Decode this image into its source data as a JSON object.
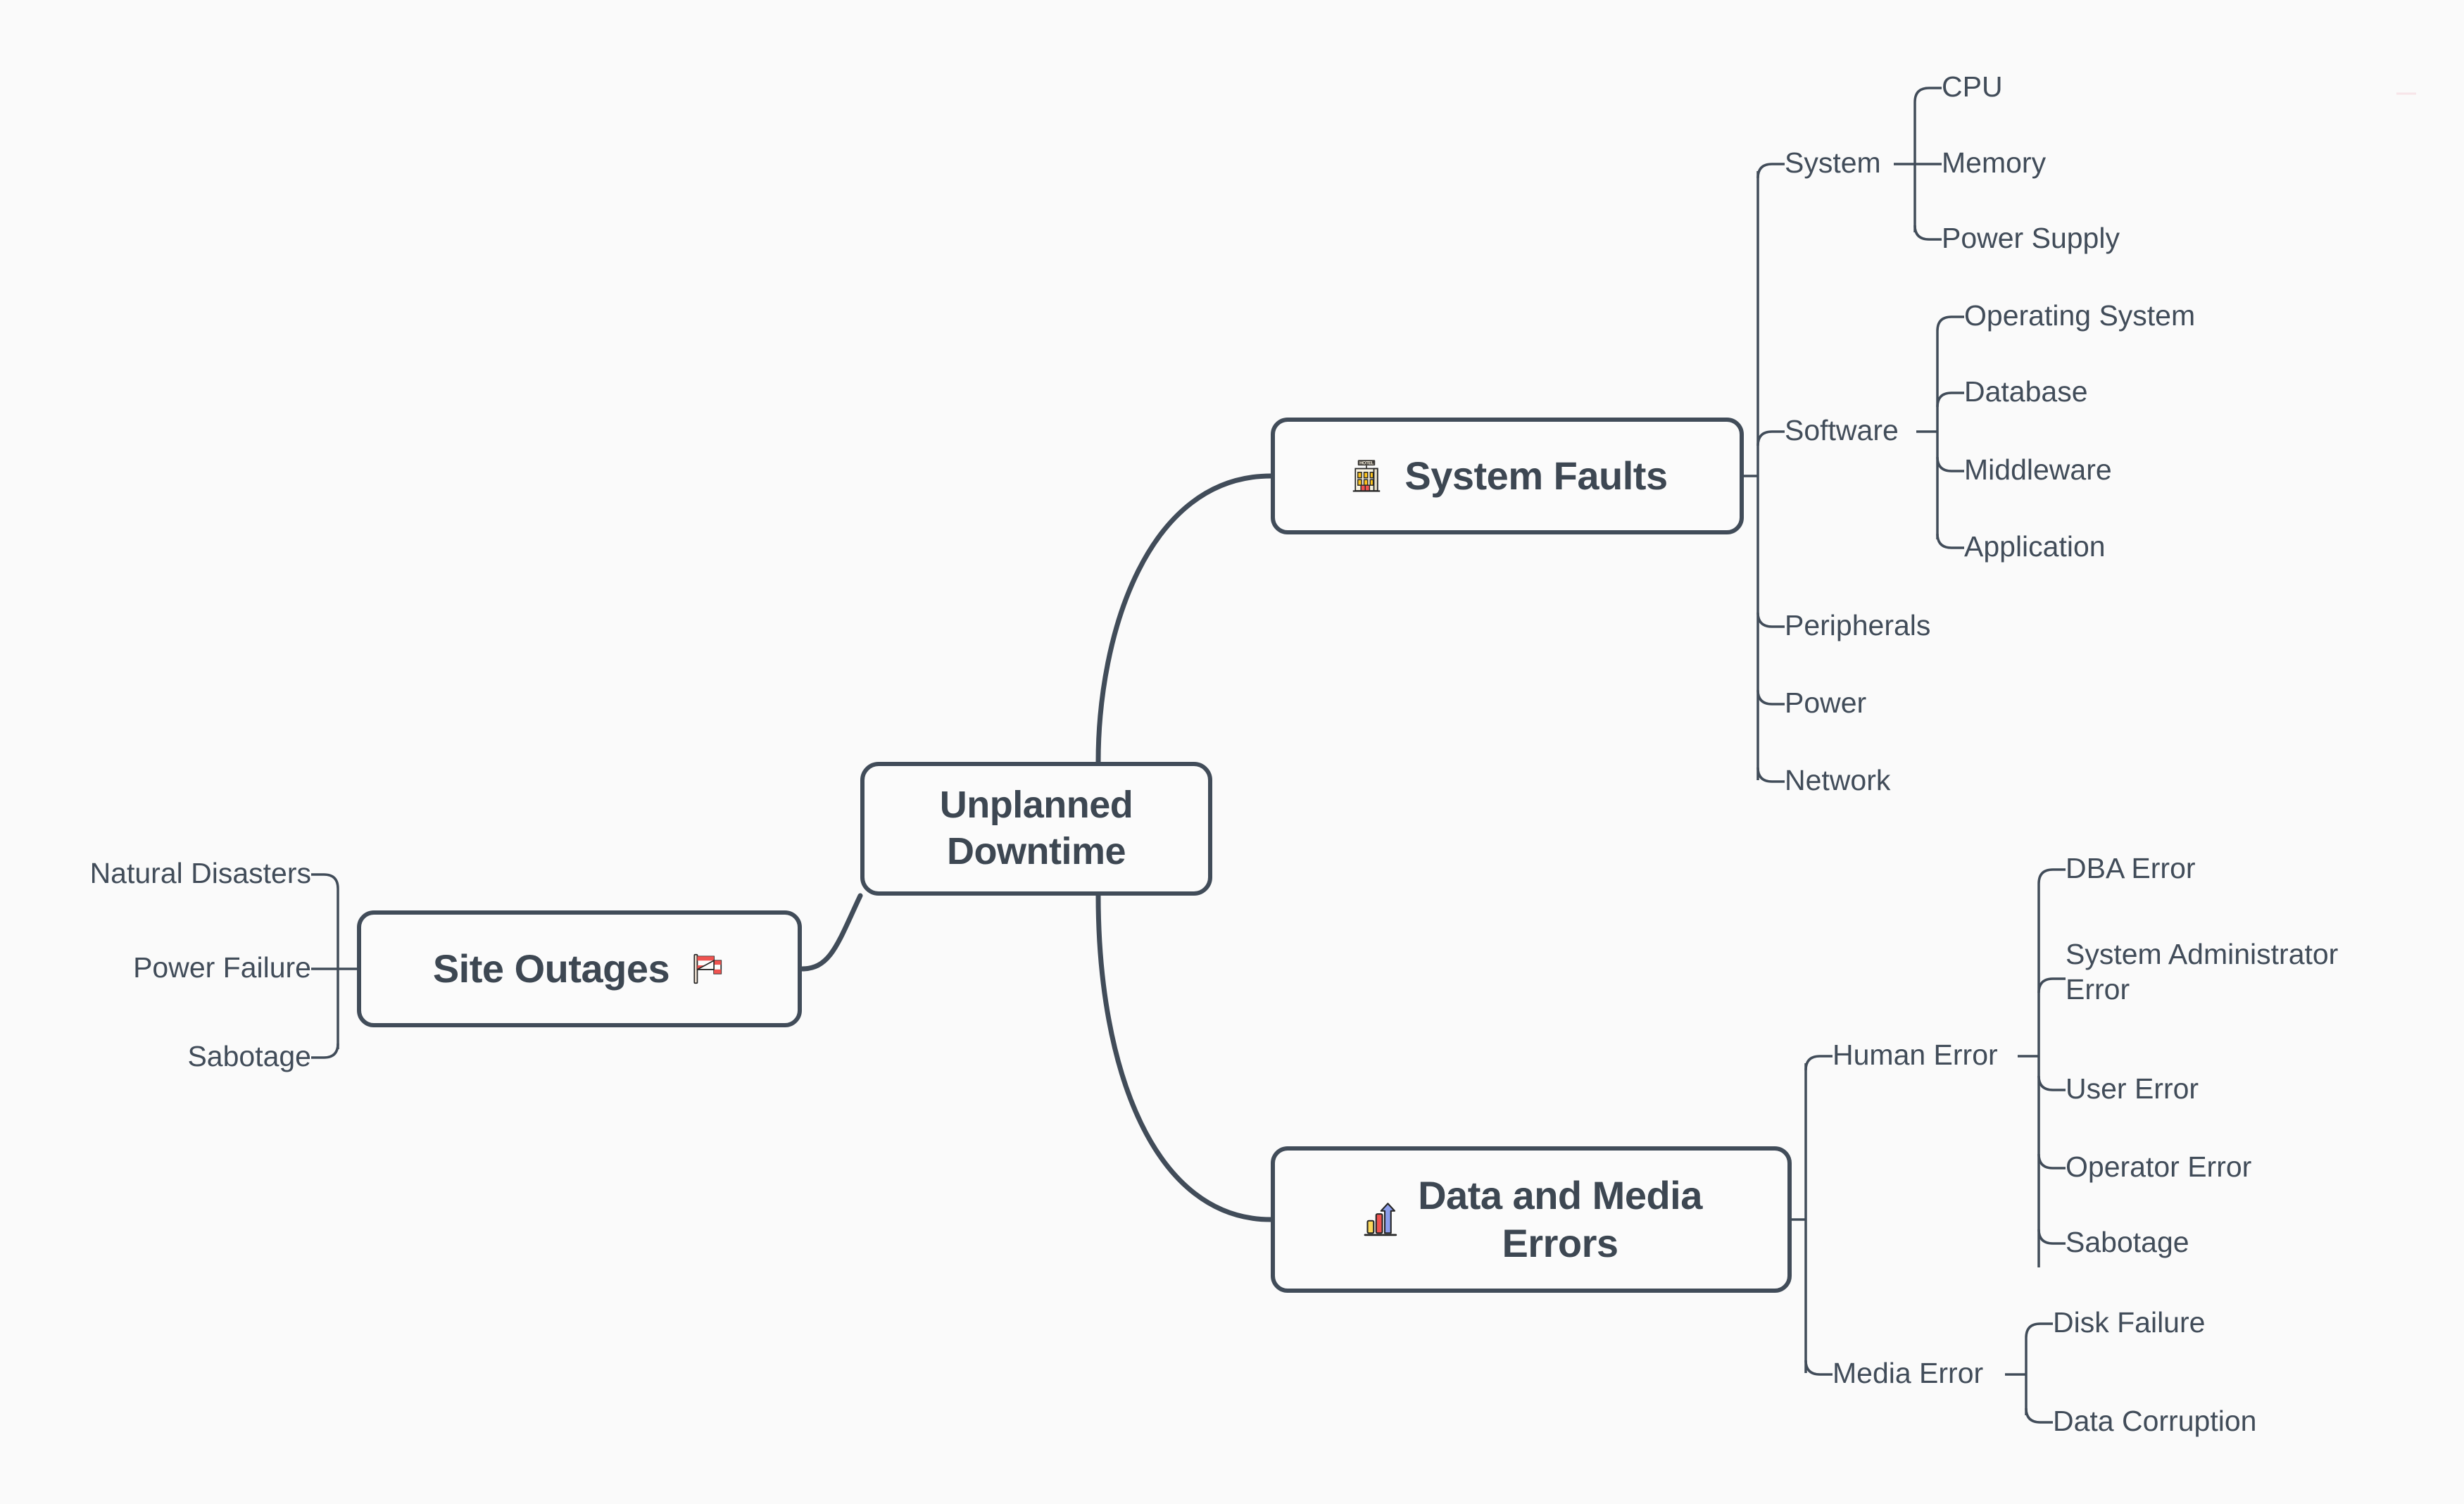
{
  "diagram": {
    "type": "mindmap",
    "background_color": "#fafafa",
    "node_border_color": "#414c59",
    "node_fill_color": "#fbfbfb",
    "text_color": "#3d4752",
    "edge_color": "#414c59",
    "root": {
      "label": "Unplanned\nDowntime"
    },
    "branches": [
      {
        "id": "system-faults",
        "label": "System Faults",
        "icon": "hotel-building-icon",
        "side": "right",
        "children": [
          {
            "label": "System",
            "children": [
              {
                "label": "CPU"
              },
              {
                "label": "Memory"
              },
              {
                "label": "Power Supply"
              }
            ]
          },
          {
            "label": "Software",
            "children": [
              {
                "label": "Operating System"
              },
              {
                "label": "Database"
              },
              {
                "label": "Middleware"
              },
              {
                "label": "Application"
              }
            ]
          },
          {
            "label": "Peripherals",
            "children": []
          },
          {
            "label": "Power",
            "children": []
          },
          {
            "label": "Network",
            "children": []
          }
        ]
      },
      {
        "id": "site-outages",
        "label": "Site Outages",
        "icon": "waving-flag-icon",
        "side": "left",
        "children": [
          {
            "label": "Natural Disasters",
            "children": []
          },
          {
            "label": "Power Failure",
            "children": []
          },
          {
            "label": "Sabotage",
            "children": []
          }
        ]
      },
      {
        "id": "data-media-errors",
        "label": "Data and Media\nErrors",
        "icon": "bar-chart-increasing-icon",
        "side": "right",
        "children": [
          {
            "label": "Human Error",
            "children": [
              {
                "label": "DBA Error"
              },
              {
                "label": "System Administrator\nError"
              },
              {
                "label": "User Error"
              },
              {
                "label": "Operator Error"
              },
              {
                "label": "Sabotage"
              }
            ]
          },
          {
            "label": "Media Error",
            "children": [
              {
                "label": "Disk Failure"
              },
              {
                "label": "Data Corruption"
              }
            ]
          }
        ]
      }
    ]
  },
  "labels": {
    "root": "Unplanned\nDowntime",
    "system_faults": "System Faults",
    "site_outages": "Site Outages",
    "data_media_errors": "Data and Media\nErrors",
    "system": "System",
    "cpu": "CPU",
    "memory": "Memory",
    "power_supply": "Power Supply",
    "software": "Software",
    "operating_system": "Operating System",
    "database": "Database",
    "middleware": "Middleware",
    "application": "Application",
    "peripherals": "Peripherals",
    "power": "Power",
    "network": "Network",
    "natural_disasters": "Natural Disasters",
    "power_failure": "Power Failure",
    "sabotage_site": "Sabotage",
    "human_error": "Human Error",
    "dba_error": "DBA Error",
    "system_administrator_error": "System Administrator\nError",
    "user_error": "User Error",
    "operator_error": "Operator Error",
    "sabotage_human": "Sabotage",
    "media_error": "Media Error",
    "disk_failure": "Disk Failure",
    "data_corruption": "Data Corruption"
  }
}
